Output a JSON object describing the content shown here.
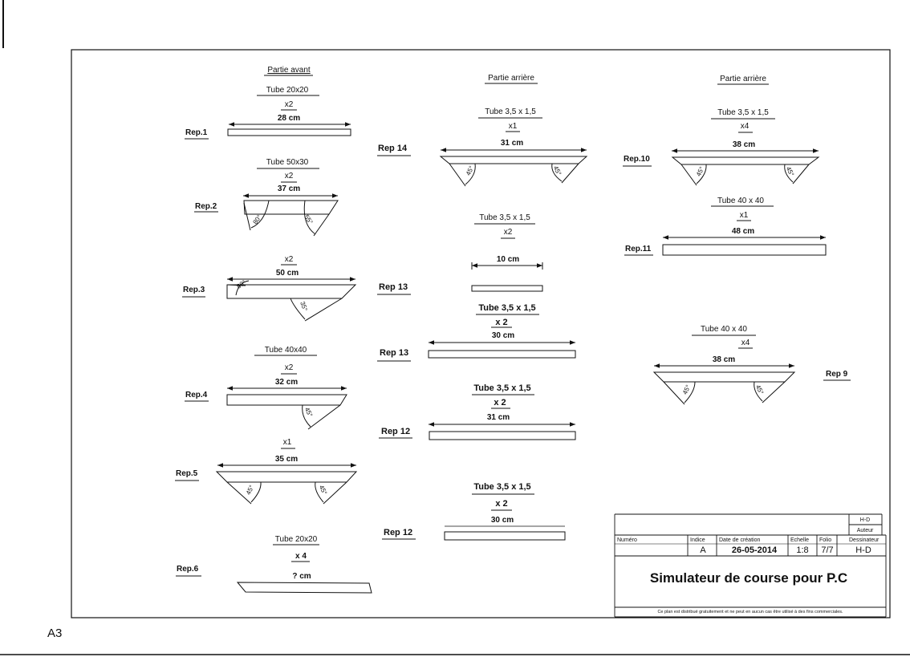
{
  "sheet_format": "A3",
  "front": {
    "heading": "Partie avant",
    "rep1": {
      "tube": "Tube 20x20",
      "qty": "x2",
      "length": "28 cm",
      "label": "Rep.1"
    },
    "rep2": {
      "tube": "Tube 50x30",
      "qty": "x2",
      "length": "37 cm",
      "label": "Rep.2",
      "angle_left": "80°",
      "angle_right": "55°"
    },
    "rep3": {
      "qty": "x2",
      "length": "50 cm",
      "label": "Rep.3",
      "angle_left": "80°",
      "angle_right": "35°"
    },
    "rep4": {
      "tube": "Tube 40x40",
      "qty": "x2",
      "length": "32 cm",
      "label": "Rep.4",
      "angle_right": "45°"
    },
    "rep5": {
      "qty": "x1",
      "length": "35 cm",
      "label": "Rep.5",
      "angle_left": "45°",
      "angle_right": "45°"
    },
    "rep6": {
      "tube": "Tube 20x20",
      "qty": "x 4",
      "length": "? cm",
      "label": "Rep.6"
    }
  },
  "rear_mid": {
    "heading": "Partie arrière",
    "rep14": {
      "tube": "Tube 3,5 x 1,5",
      "qty": "x1",
      "length": "31 cm",
      "label": "Rep 14",
      "angle_left": "45°",
      "angle_right": "45°"
    },
    "rep13a": {
      "tube": "Tube 3,5 x 1,5",
      "qty": "x2",
      "length": "10 cm",
      "label": "Rep 13"
    },
    "rep13b": {
      "tube": "Tube 3,5 x 1,5",
      "qty": "x 2",
      "length": "30 cm",
      "label": "Rep 13"
    },
    "rep12a": {
      "tube": "Tube 3,5 x 1,5",
      "qty": "x 2",
      "length": "31 cm",
      "label": "Rep 12"
    },
    "rep12b": {
      "tube": "Tube 3,5 x 1,5",
      "qty": "x 2",
      "length": "30 cm",
      "label": "Rep 12"
    }
  },
  "rear_right": {
    "heading": "Partie arrière",
    "rep10": {
      "tube": "Tube 3,5 x 1,5",
      "qty": "x4",
      "length": "38 cm",
      "label": "Rep.10",
      "angle_left": "45°",
      "angle_right": "45°"
    },
    "rep11": {
      "tube": "Tube  40 x 40",
      "qty": "x1",
      "length": "48 cm",
      "label": "Rep.11"
    },
    "rep9": {
      "tube": "Tube  40 x 40",
      "qty": "x4",
      "length": "38 cm",
      "label": "Rep 9",
      "angle_left": "45°",
      "angle_right": "45°"
    }
  },
  "title_block": {
    "designer_code": "H-D",
    "author_label": "Auteur",
    "numero_label": "Numéro",
    "indice_label": "Indice",
    "indice_value": "A",
    "date_label": "Date de création",
    "date_value": "26-05-2014",
    "scale_label": "Echelle",
    "scale_value": "1:8",
    "folio_label": "Folio",
    "folio_value": "7/7",
    "designer_label": "Dessinateur",
    "designer_value": "H-D",
    "title": "Simulateur de course pour P.C",
    "notice": "Ce plan est distribué gratuitement et ne peut en aucun cas être utilisé à des fins commerciales."
  }
}
